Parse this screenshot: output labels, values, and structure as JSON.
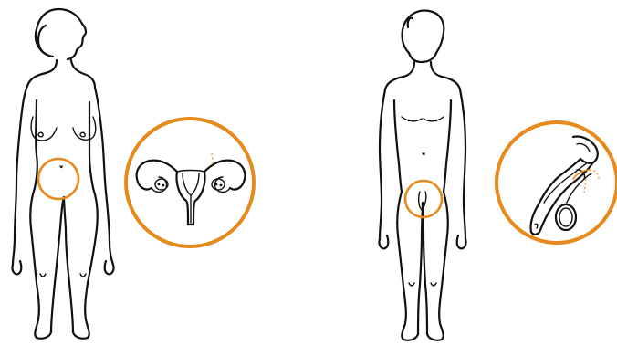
{
  "colors": {
    "highlight": "#e68a1e",
    "outline": "#111111",
    "background": "#ffffff"
  },
  "icons": {
    "female_figure": "female-body-outline",
    "female_region": "pelvic-region-circle",
    "female_organ": "uterus-ovaries-diagram",
    "male_figure": "male-body-outline",
    "male_region": "groin-region-circle",
    "male_organ": "male-reproductive-diagram"
  }
}
